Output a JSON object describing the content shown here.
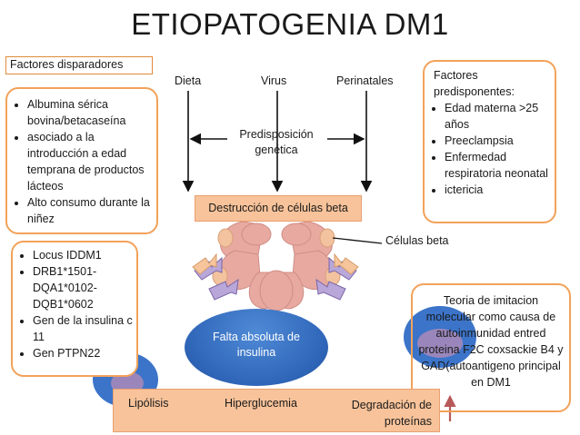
{
  "title": "ETIOPATOGENIA DM1",
  "triggers": {
    "label": "Factores disparadores",
    "items": [
      "Albumina sérica bovina/betacaseína",
      "asociado a la introducción a edad temprana de productos lácteos",
      "Alto consumo durante la niñez"
    ]
  },
  "genes": {
    "items": [
      "Locus IDDM1",
      "DRB1*1501-DQA1*0102-DQB1*0602",
      "Gen de la insulina c 11",
      "Gen PTPN22"
    ]
  },
  "predisposing": {
    "heading": "Factores predisponentes:",
    "items": [
      "Edad materna >25 años",
      "Preeclampsia",
      "Enfermedad respiratoria neonatal",
      "ictericia"
    ]
  },
  "top_labels": {
    "diet": "Dieta",
    "virus": "Virus",
    "perinatal": "Perinatales"
  },
  "genetic": "Predisposición genética",
  "destruction": "Destrucción de células beta",
  "beta_cells": "Células beta",
  "insulin": "Falta absoluta de insulina",
  "theory": "Teoria de imitacion molecular como causa de autoinmunidad entred proteina F2C coxsackie B4 y GAD(autoantigeno principal en DM1",
  "bottom": {
    "lipolysis": "Lipólisis",
    "hyperglycemia": "Hiperglucemia",
    "degradation": "Degradación de proteínas"
  },
  "colors": {
    "box_border": "#f2a25a",
    "peach": "#f8c39a",
    "cell_pink": "#e7a9a0",
    "blue": "#2f65b8",
    "lavender": "#9a86bb",
    "arrow_red": "#b85a5a"
  }
}
